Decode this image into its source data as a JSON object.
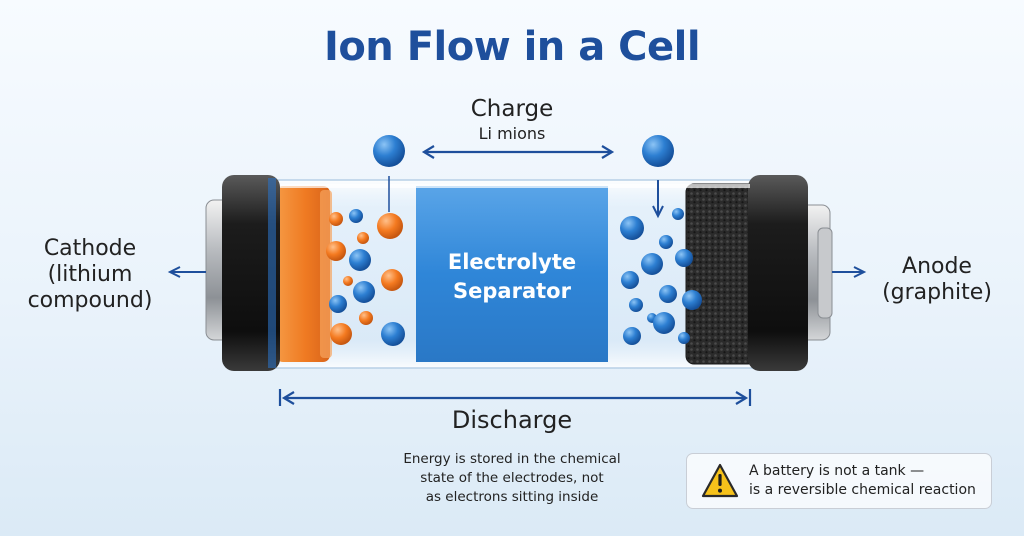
{
  "title": "Ion Flow in a Cell",
  "charge": {
    "label": "Charge",
    "ions": "Li mions"
  },
  "cathode": {
    "line1": "Cathode",
    "line2": "(lithium",
    "line3": "compound)"
  },
  "anode": {
    "line1": "Anode",
    "line2": "(graphite)"
  },
  "electrolyte": {
    "line1": "Electrolyte",
    "line2": "Separator"
  },
  "discharge": {
    "label": "Discharge"
  },
  "energy_note": {
    "line1": "Energy is stored in the chemical",
    "line2": "state of the electrodes, not",
    "line3": "as electrons sitting inside"
  },
  "warning": {
    "icon": "warning-icon",
    "line1": "A battery is not a tank —",
    "line2": "is a reversible chemical reaction"
  },
  "colors": {
    "title": "#1e4f9c",
    "cathode": "#f07a22",
    "anode": "#2a2a2a",
    "electrolyte": "#2f86d8",
    "ion": "#1f6fc4",
    "arrow": "#1e4f9c"
  }
}
